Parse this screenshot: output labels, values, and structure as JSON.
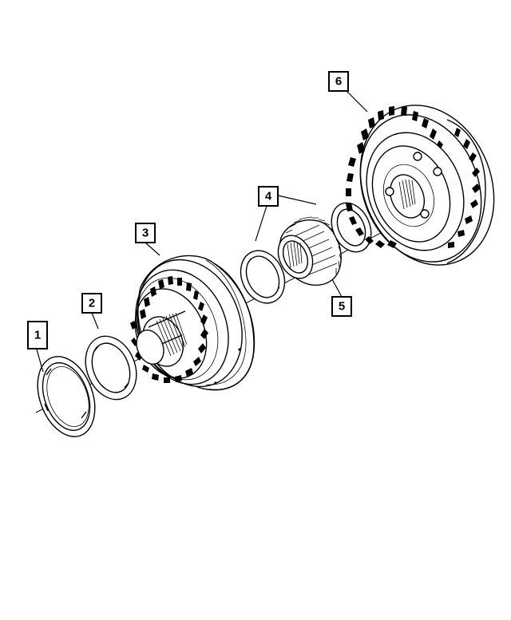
{
  "callouts": [
    {
      "id": "callout-1",
      "label": "1"
    },
    {
      "id": "callout-2",
      "label": "2"
    },
    {
      "id": "callout-3",
      "label": "3"
    },
    {
      "id": "callout-4",
      "label": "4"
    },
    {
      "id": "callout-5",
      "label": "5"
    },
    {
      "id": "callout-6",
      "label": "6"
    }
  ],
  "colors": {
    "ink": "#000000",
    "paper": "#ffffff"
  }
}
